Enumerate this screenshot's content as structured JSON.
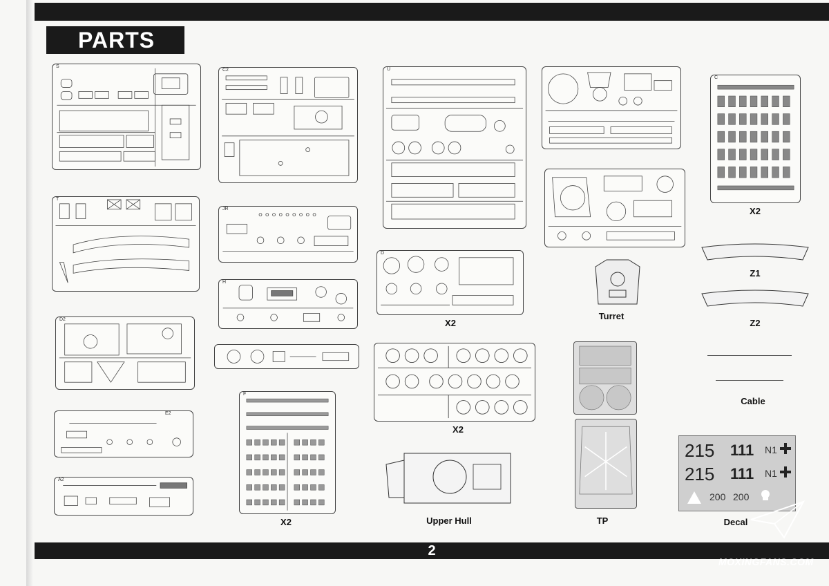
{
  "page": {
    "title": "PARTS",
    "page_number": "2"
  },
  "sprues": [
    {
      "id": "S",
      "tag": "S"
    },
    {
      "id": "C2",
      "tag": "C2"
    },
    {
      "id": "U",
      "tag": "U"
    },
    {
      "id": "TR",
      "tag": ""
    },
    {
      "id": "C",
      "tag": "C"
    },
    {
      "id": "T",
      "tag": "T"
    },
    {
      "id": "JR",
      "tag": "JR"
    },
    {
      "id": "H",
      "tag": "H"
    },
    {
      "id": "D",
      "tag": "D"
    },
    {
      "id": "TT",
      "tag": ""
    },
    {
      "id": "D2",
      "tag": "D2"
    },
    {
      "id": "MG",
      "tag": ""
    },
    {
      "id": "WH",
      "tag": ""
    },
    {
      "id": "E2",
      "tag": "E2"
    },
    {
      "id": "F",
      "tag": "F"
    },
    {
      "id": "A2",
      "tag": "A2"
    }
  ],
  "labels": {
    "c_multiplier": "X2",
    "d_multiplier": "X2",
    "wheels_multiplier": "X2",
    "f_multiplier": "X2",
    "turret": "Turret",
    "z1": "Z1",
    "z2": "Z2",
    "cable": "Cable",
    "upper_hull": "Upper Hull",
    "tp": "TP",
    "decal": "Decal"
  },
  "decal_sheet": {
    "row1_a": "215",
    "row1_b": "111",
    "row1_c": "N1",
    "row2_a": "215",
    "row2_b": "111",
    "row2_c": "N1",
    "num_a": "200",
    "num_b": "200"
  },
  "watermark": "MOXINGFANS.COM"
}
